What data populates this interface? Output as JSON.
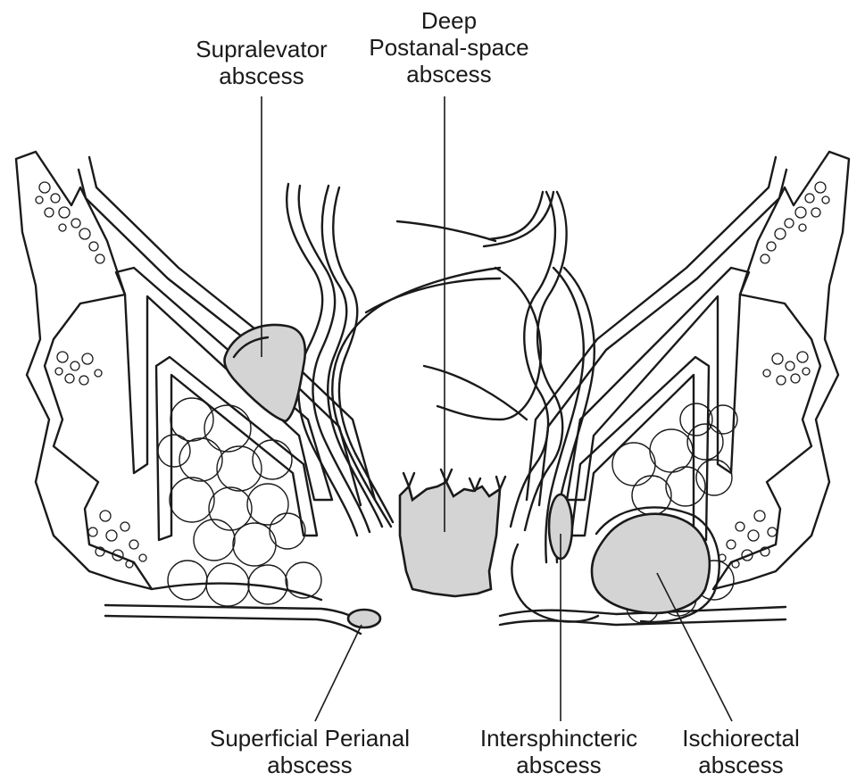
{
  "labels": {
    "supralevator": {
      "line1": "Supralevator",
      "line2": "abscess"
    },
    "deep_postanal": {
      "line1": "Deep",
      "line2": "Postanal-space",
      "line3": "abscess"
    },
    "superficial_perianal": {
      "line1": "Superficial Perianal",
      "line2": "abscess"
    },
    "intersphincteric": {
      "line1": "Intersphincteric",
      "line2": "abscess"
    },
    "ischiorectal": {
      "line1": "Ischiorectal",
      "line2": "abscess"
    }
  },
  "colors": {
    "abscess_fill": "#d4d4d4",
    "outline": "#1a1a1a",
    "background": "#ffffff"
  }
}
